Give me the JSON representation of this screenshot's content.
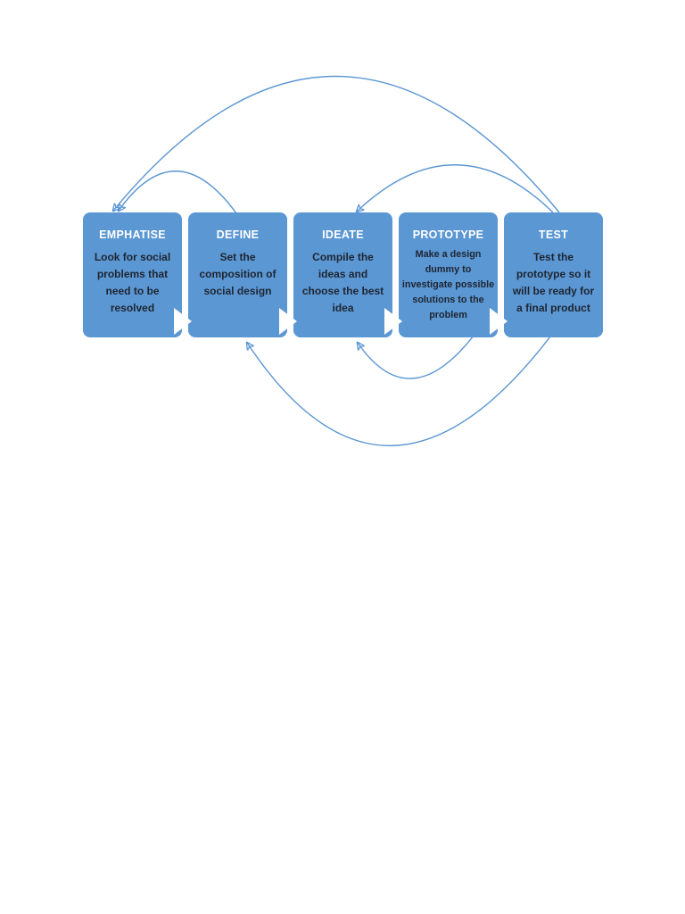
{
  "page": {
    "kind": "design-thinking-process-diagram",
    "background_color": "#ffffff"
  },
  "colors": {
    "box_fill": "#5b97d3",
    "connector_stroke": "#5b96d3",
    "title_text": "#ffffff",
    "body_text": "#1e2531",
    "between_step_arrow": "#ffffff"
  },
  "diagram": {
    "steps": [
      {
        "title": "EMPHATISE",
        "description": "Look for social\nproblems that\nneed to be\nresolved"
      },
      {
        "title": "DEFINE",
        "description": "Set the\ncomposition of\nsocial design"
      },
      {
        "title": "IDEATE",
        "description": "Compile the\nideas and\nchoose the best\nidea"
      },
      {
        "title": "PROTOTYPE",
        "description": "Make a design\ndummy to\ninvestigate possible\nsolutions to the\nproblem"
      },
      {
        "title": "TEST",
        "description": "Test the\nprototype so it\nwill be ready for\na final product"
      }
    ],
    "connectors": [
      {
        "from": "TEST",
        "to": "EMPHATISE",
        "side": "top"
      },
      {
        "from": "TEST",
        "to": "IDEATE",
        "side": "top"
      },
      {
        "from": "DEFINE",
        "to": "EMPHATISE",
        "side": "top"
      },
      {
        "from": "PROTOTYPE",
        "to": "IDEATE",
        "side": "bottom"
      },
      {
        "from": "TEST",
        "to": "DEFINE",
        "side": "bottom"
      }
    ]
  }
}
